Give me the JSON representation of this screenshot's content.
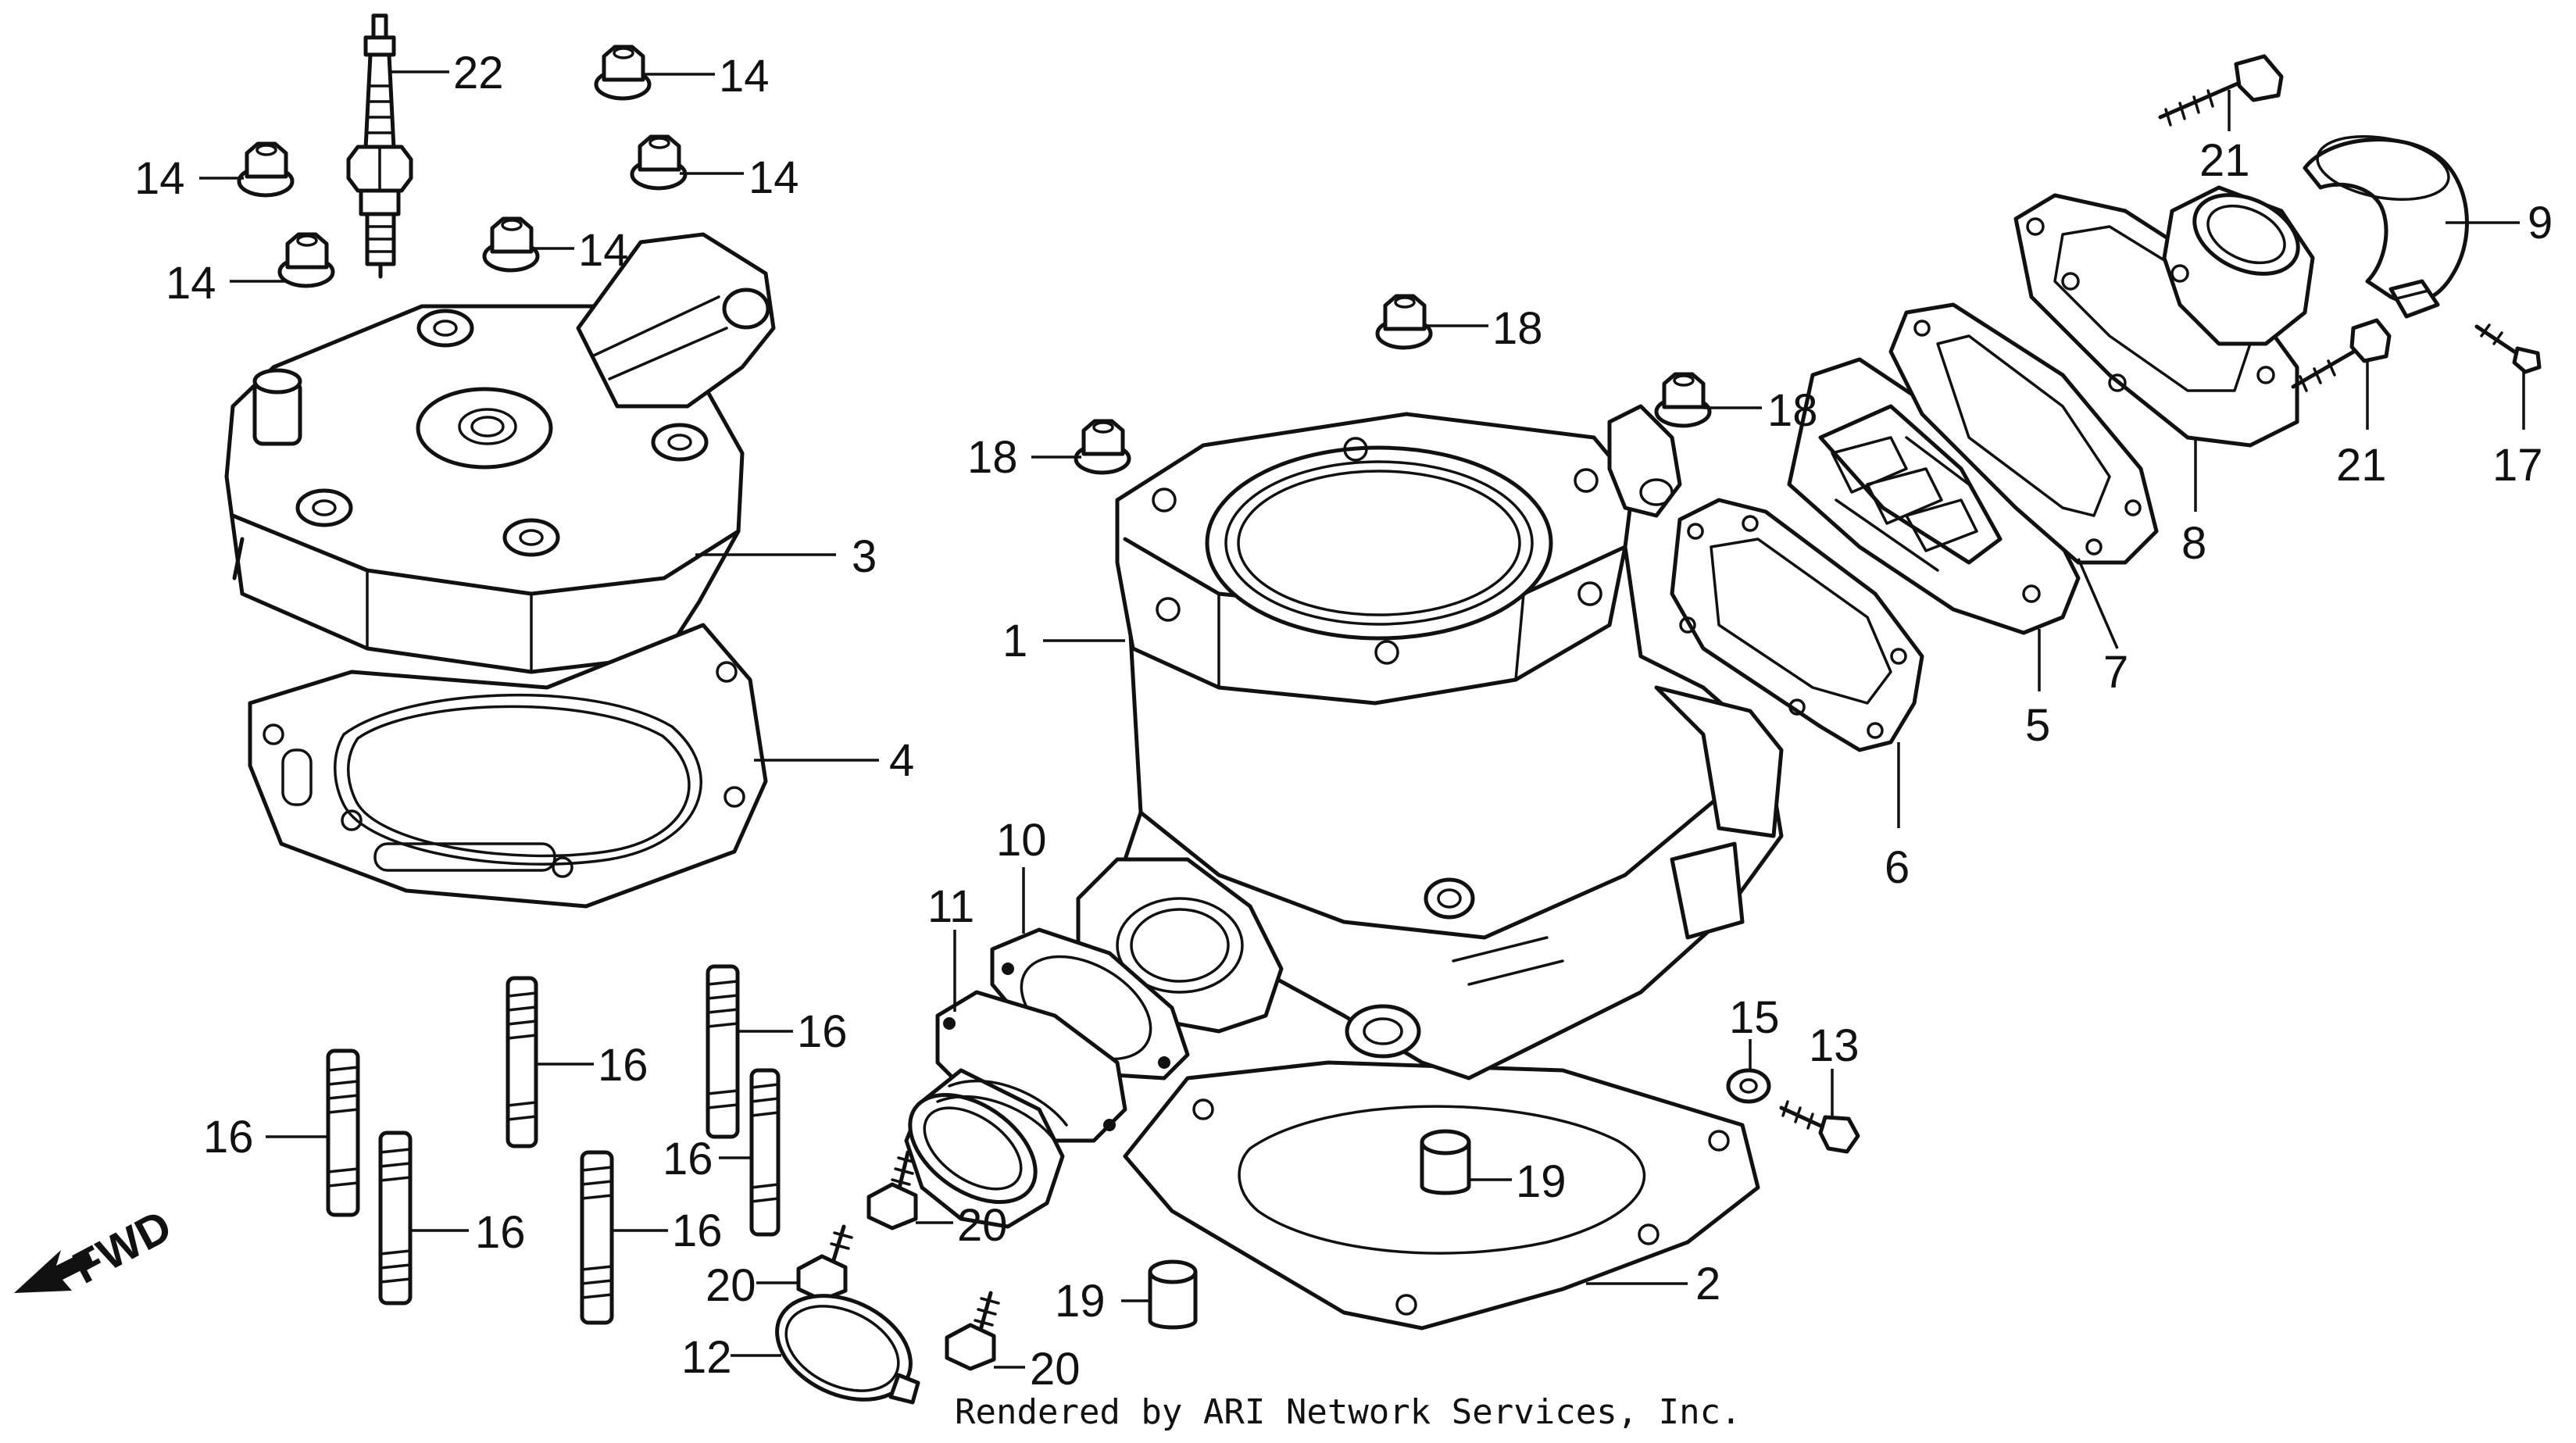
{
  "diagram": {
    "footer": "Rendered by ARI Network Services, Inc.",
    "direction_label": "FWD",
    "colors": {
      "ink": "#111111",
      "background": "#ffffff"
    },
    "callouts": [
      {
        "id": "c22",
        "label": "22"
      },
      {
        "id": "c14a",
        "label": "14"
      },
      {
        "id": "c14b",
        "label": "14"
      },
      {
        "id": "c14c",
        "label": "14"
      },
      {
        "id": "c14d",
        "label": "14"
      },
      {
        "id": "c14e",
        "label": "14"
      },
      {
        "id": "c3",
        "label": "3"
      },
      {
        "id": "c4",
        "label": "4"
      },
      {
        "id": "c18a",
        "label": "18"
      },
      {
        "id": "c18b",
        "label": "18"
      },
      {
        "id": "c18c",
        "label": "18"
      },
      {
        "id": "c1",
        "label": "1"
      },
      {
        "id": "c21a",
        "label": "21"
      },
      {
        "id": "c21b",
        "label": "21"
      },
      {
        "id": "c9",
        "label": "9"
      },
      {
        "id": "c17",
        "label": "17"
      },
      {
        "id": "c8",
        "label": "8"
      },
      {
        "id": "c7",
        "label": "7"
      },
      {
        "id": "c5",
        "label": "5"
      },
      {
        "id": "c6",
        "label": "6"
      },
      {
        "id": "c10",
        "label": "10"
      },
      {
        "id": "c11",
        "label": "11"
      },
      {
        "id": "c15",
        "label": "15"
      },
      {
        "id": "c13",
        "label": "13"
      },
      {
        "id": "c16a",
        "label": "16"
      },
      {
        "id": "c16b",
        "label": "16"
      },
      {
        "id": "c16c",
        "label": "16"
      },
      {
        "id": "c16d",
        "label": "16"
      },
      {
        "id": "c16e",
        "label": "16"
      },
      {
        "id": "c16f",
        "label": "16"
      },
      {
        "id": "c19a",
        "label": "19"
      },
      {
        "id": "c19b",
        "label": "19"
      },
      {
        "id": "c20a",
        "label": "20"
      },
      {
        "id": "c20b",
        "label": "20"
      },
      {
        "id": "c20c",
        "label": "20"
      },
      {
        "id": "c12",
        "label": "12"
      },
      {
        "id": "c2",
        "label": "2"
      }
    ]
  }
}
